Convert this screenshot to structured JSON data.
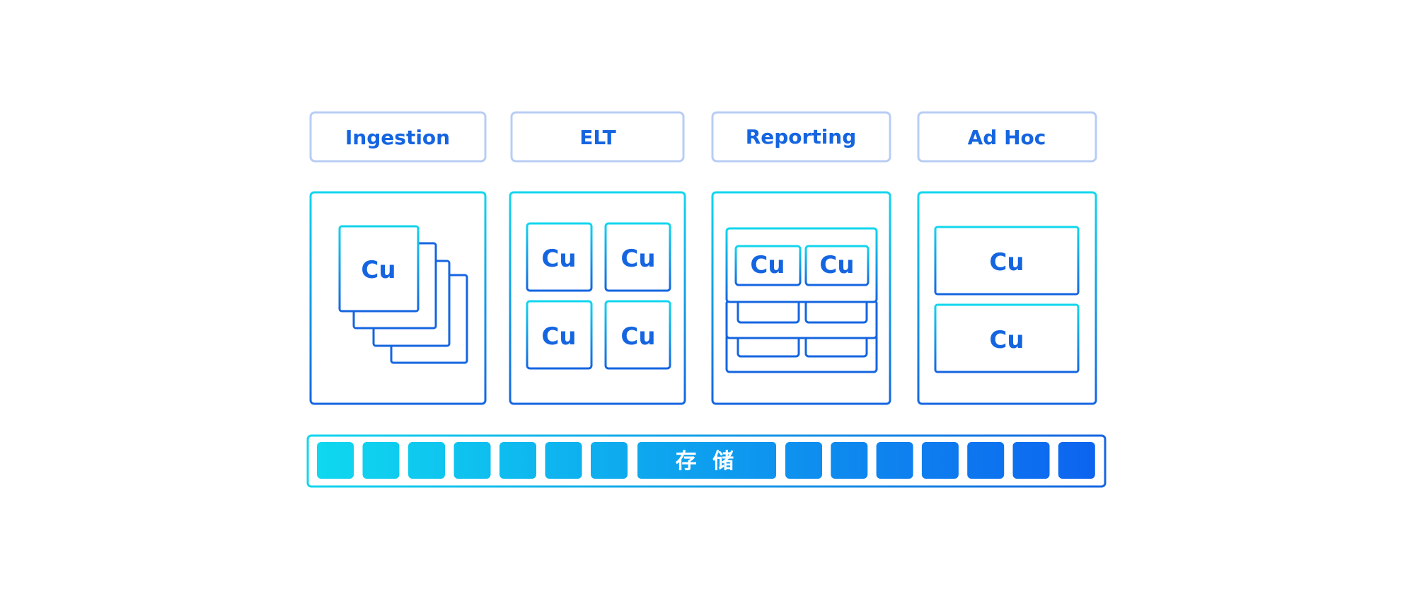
{
  "workloads": [
    {
      "label": "Ingestion",
      "units": [
        "Cu"
      ]
    },
    {
      "label": "ELT",
      "units": [
        "Cu",
        "Cu",
        "Cu",
        "Cu"
      ]
    },
    {
      "label": "Reporting",
      "units": [
        "Cu",
        "Cu"
      ]
    },
    {
      "label": "Ad Hoc",
      "units": [
        "Cu",
        "Cu"
      ]
    }
  ],
  "storage": {
    "label": "存 储"
  },
  "colors": {
    "header_border": "#b8cdf4",
    "text": "#1565e0",
    "gradient_top": "#12d6ee",
    "gradient_bottom": "#1565e0",
    "storage_left": "#0fd8ef",
    "storage_right": "#0d64ef"
  }
}
